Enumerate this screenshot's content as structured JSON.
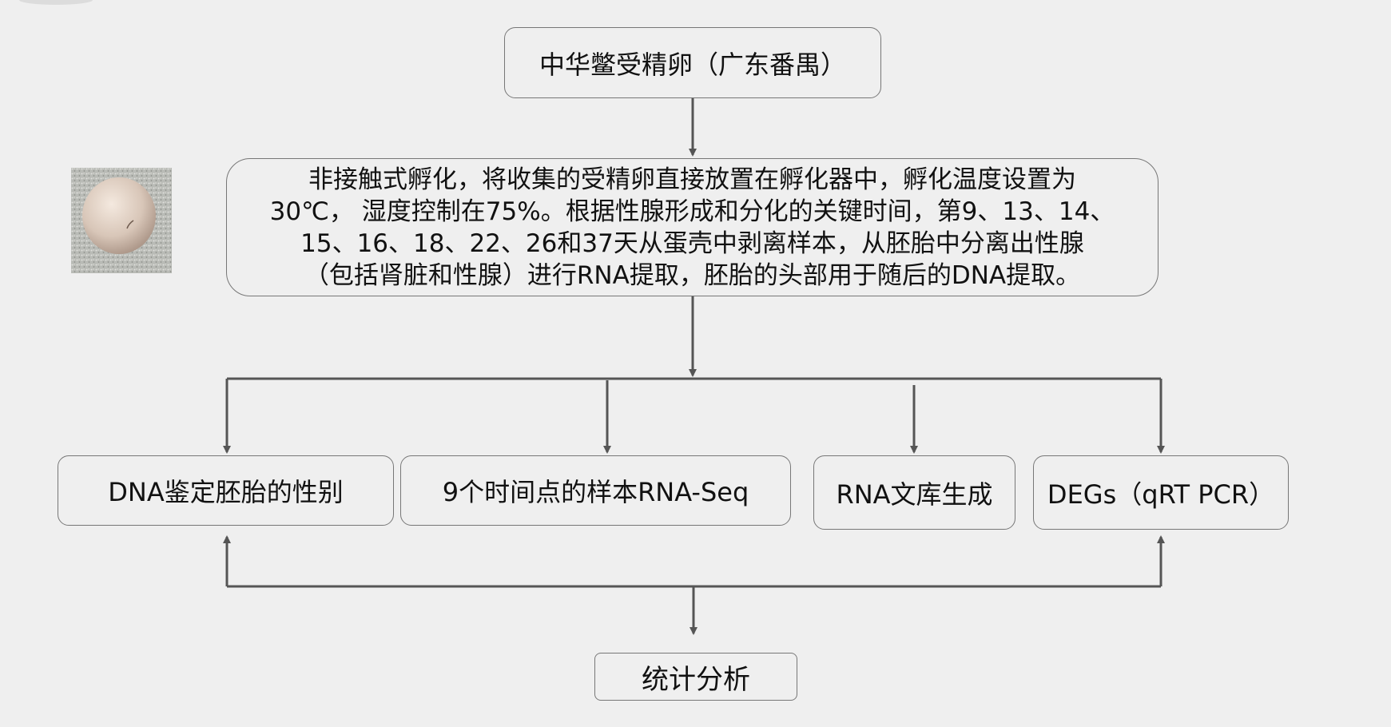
{
  "nodes": {
    "top": "中华鳖受精卵（广东番禺）",
    "method": "非接触式孵化，将收集的受精卵直接放置在孵化器中，孵化温度设置为\n30℃， 湿度控制在75%。根据性腺形成和分化的关键时间，第9、13、14、\n15、16、18、22、26和37天从蛋壳中剥离样本，从胚胎中分离出性腺\n（包括肾脏和性腺）进行RNA提取，胚胎的头部用于随后的DNA提取。",
    "dna_sex": "DNA鉴定胚胎的性别",
    "rna_seq": "9个时间点的样本RNA-Seq",
    "rna_lib": "RNA文库生成",
    "degs": "DEGs（qRT PCR）",
    "stats": "统计分析"
  },
  "colors": {
    "background": "#efefef",
    "line": "#555555",
    "box_border": "#777777",
    "text": "#111111"
  }
}
